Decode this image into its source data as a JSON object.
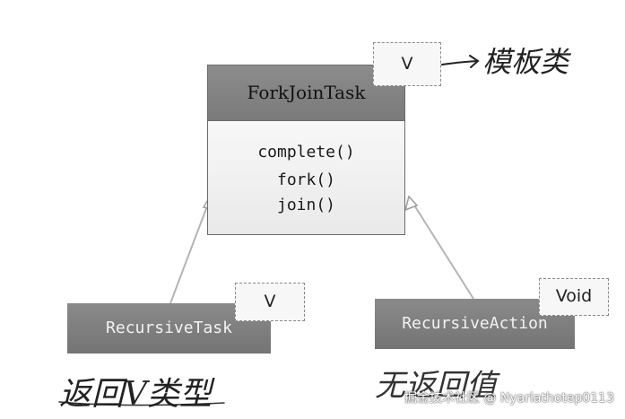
{
  "diagram": {
    "main_class": {
      "name": "ForkJoinTask",
      "type_param": "V",
      "methods": [
        "complete()",
        "fork()",
        "join()"
      ]
    },
    "subclasses": [
      {
        "name": "RecursiveTask",
        "type_param": "V",
        "note": "返回V类型"
      },
      {
        "name": "RecursiveAction",
        "type_param": "Void",
        "note": "无返回值"
      }
    ],
    "template_note": "模板类"
  },
  "watermark": "掘金技术社区 @ Nyarlathotep0113"
}
